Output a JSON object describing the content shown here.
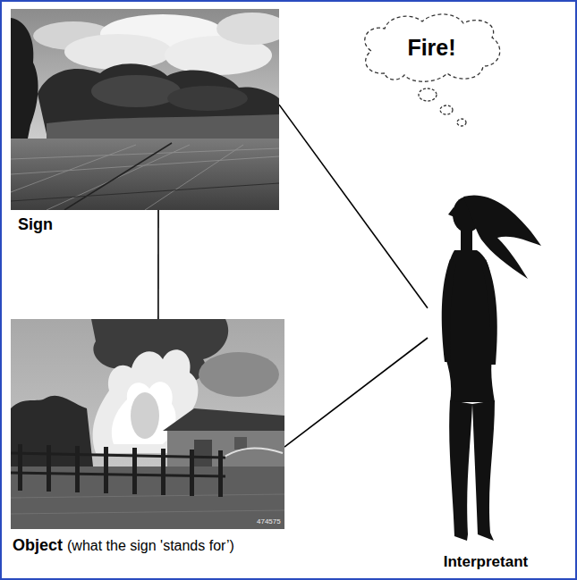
{
  "diagram": {
    "nodes": [
      {
        "text": [
          "Sign"
        ]
      },
      {
        "text": [
          "Fire!"
        ]
      },
      {
        "text": [
          "Object",
          "(what the sign 'stands for’)"
        ]
      },
      {
        "text": [
          "Interpretant"
        ]
      }
    ],
    "edges": [
      {
        "from": 0,
        "to": 2,
        "arrow": "none"
      },
      {
        "from": 0,
        "to": 3,
        "arrow": "none"
      },
      {
        "from": 2,
        "to": 3,
        "arrow": "none"
      }
    ],
    "labels": [
      "474575"
    ]
  }
}
